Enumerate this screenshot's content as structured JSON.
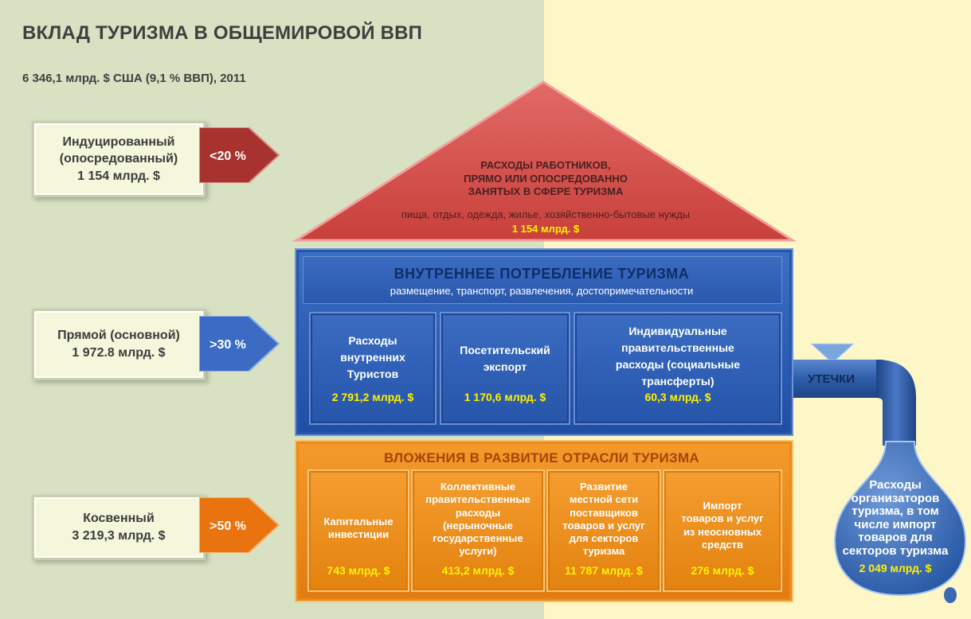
{
  "title": "ВКЛАД ТУРИЗМА В ОБЩЕМИРОВОЙ ВВП",
  "subtitle": "6 346,1 млрд. $ США (9,1 % ВВП), 2011",
  "side": [
    {
      "lines": [
        "Индуцированный",
        "(опосредованный)",
        "1 154 млрд. $"
      ],
      "pct": "<20 %",
      "color": "#a8332e"
    },
    {
      "lines": [
        "Прямой (основной)",
        "1 972.8  млрд. $"
      ],
      "pct": ">30 %",
      "color": "#3b6bc3"
    },
    {
      "lines": [
        "Косвенный",
        "3 219,3 млрд. $"
      ],
      "pct": ">50 %",
      "color": "#e8730f"
    }
  ],
  "roof": {
    "title_lines": [
      "РАСХОДЫ РАБОТНИКОВ,",
      "ПРЯМО ИЛИ ОПОСРЕДОВАННО",
      "ЗАНЯТЫХ В СФЕРЕ ТУРИЗМА"
    ],
    "sub": "пища, отдых, одежда, жилье, хозяйственно-бытовые нужды",
    "value": "1 154 млрд. $",
    "color": "#d9534f"
  },
  "blue": {
    "title": "ВНУТРЕННЕЕ  ПОТРЕБЛЕНИЕ  ТУРИЗМА",
    "sub": "размещение, транспорт, развлечения, достопримечательности",
    "cells": [
      {
        "lines": [
          "Расходы",
          "внутренних",
          "Туристов"
        ],
        "value": "2 791,2 млрд. $"
      },
      {
        "lines": [
          "Посетительский",
          "экспорт"
        ],
        "value": "1 170,6 млрд. $"
      },
      {
        "lines": [
          "Индивидуальные",
          "правительственные",
          "расходы  (социальные",
          "трансферты)"
        ],
        "value": "60,3 млрд. $"
      }
    ]
  },
  "orange": {
    "title": "ВЛОЖЕНИЯ В РАЗВИТИЕ ОТРАСЛИ ТУРИЗМА",
    "cells": [
      {
        "lines": [
          "Капитальные",
          "инвестиции"
        ],
        "value": "743 млрд. $"
      },
      {
        "lines": [
          "Коллективные",
          "правительственные",
          "расходы",
          "(нерыночные",
          "государственные",
          "услуги)"
        ],
        "value": "413,2 млрд. $"
      },
      {
        "lines": [
          "Развитие",
          "местной сети",
          "поставщиков",
          "товаров и услуг",
          "для  секторов",
          "туризма"
        ],
        "value": "11 787 млрд. $"
      },
      {
        "lines": [
          "Импорт",
          "товаров и услуг",
          "из  неосновных",
          "средств"
        ],
        "value": "276 млрд. $"
      }
    ]
  },
  "leak": {
    "label": "УТЕЧКИ",
    "drop_lines": [
      "Расходы",
      "организаторов",
      "туризма, в том",
      "числе импорт",
      "товаров для",
      "секторов туризма"
    ],
    "value": "2 049 млрд. $"
  }
}
